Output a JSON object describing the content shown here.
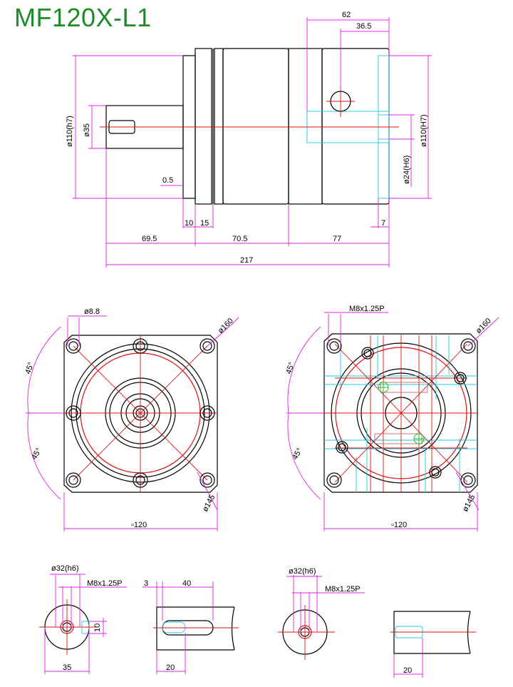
{
  "title": "MF120X-L1",
  "colors": {
    "title": "#1f8a2a",
    "outline": "#000000",
    "centerline": "#e01010",
    "dimension": "#e020e0",
    "hidden": "#22c8d8"
  },
  "side_view": {
    "d62": "62",
    "d36_5": "36.5",
    "d110h7": "ø110(h7)",
    "d35": "ø35",
    "d110H7": "ø110(H7)",
    "d24H6": "ø24(H6)",
    "d0_5": "0.5",
    "d10": "10",
    "d15": "15",
    "d7": "7",
    "d69_5": "69.5",
    "d70_5": "70.5",
    "d77": "77",
    "d217": "217"
  },
  "front_left": {
    "d8_8": "ø8.8",
    "d160": "ø160",
    "a45a": "45°",
    "a45b": "45°",
    "d145": "ø145",
    "sq120": "▫120"
  },
  "front_right": {
    "thread": "M8x1.25P",
    "d160": "ø160",
    "a45a": "45°",
    "a45b": "45°",
    "d145": "ø145",
    "sq120": "▫120"
  },
  "shaft_a": {
    "d32": "ø32(h6)",
    "thread": "M8x1.25P",
    "d10": "10",
    "d35": "35",
    "d3": "3",
    "d40": "40",
    "d20": "20"
  },
  "shaft_b": {
    "d32": "ø32(h6)",
    "thread": "M8x1.25P",
    "d20": "20"
  }
}
